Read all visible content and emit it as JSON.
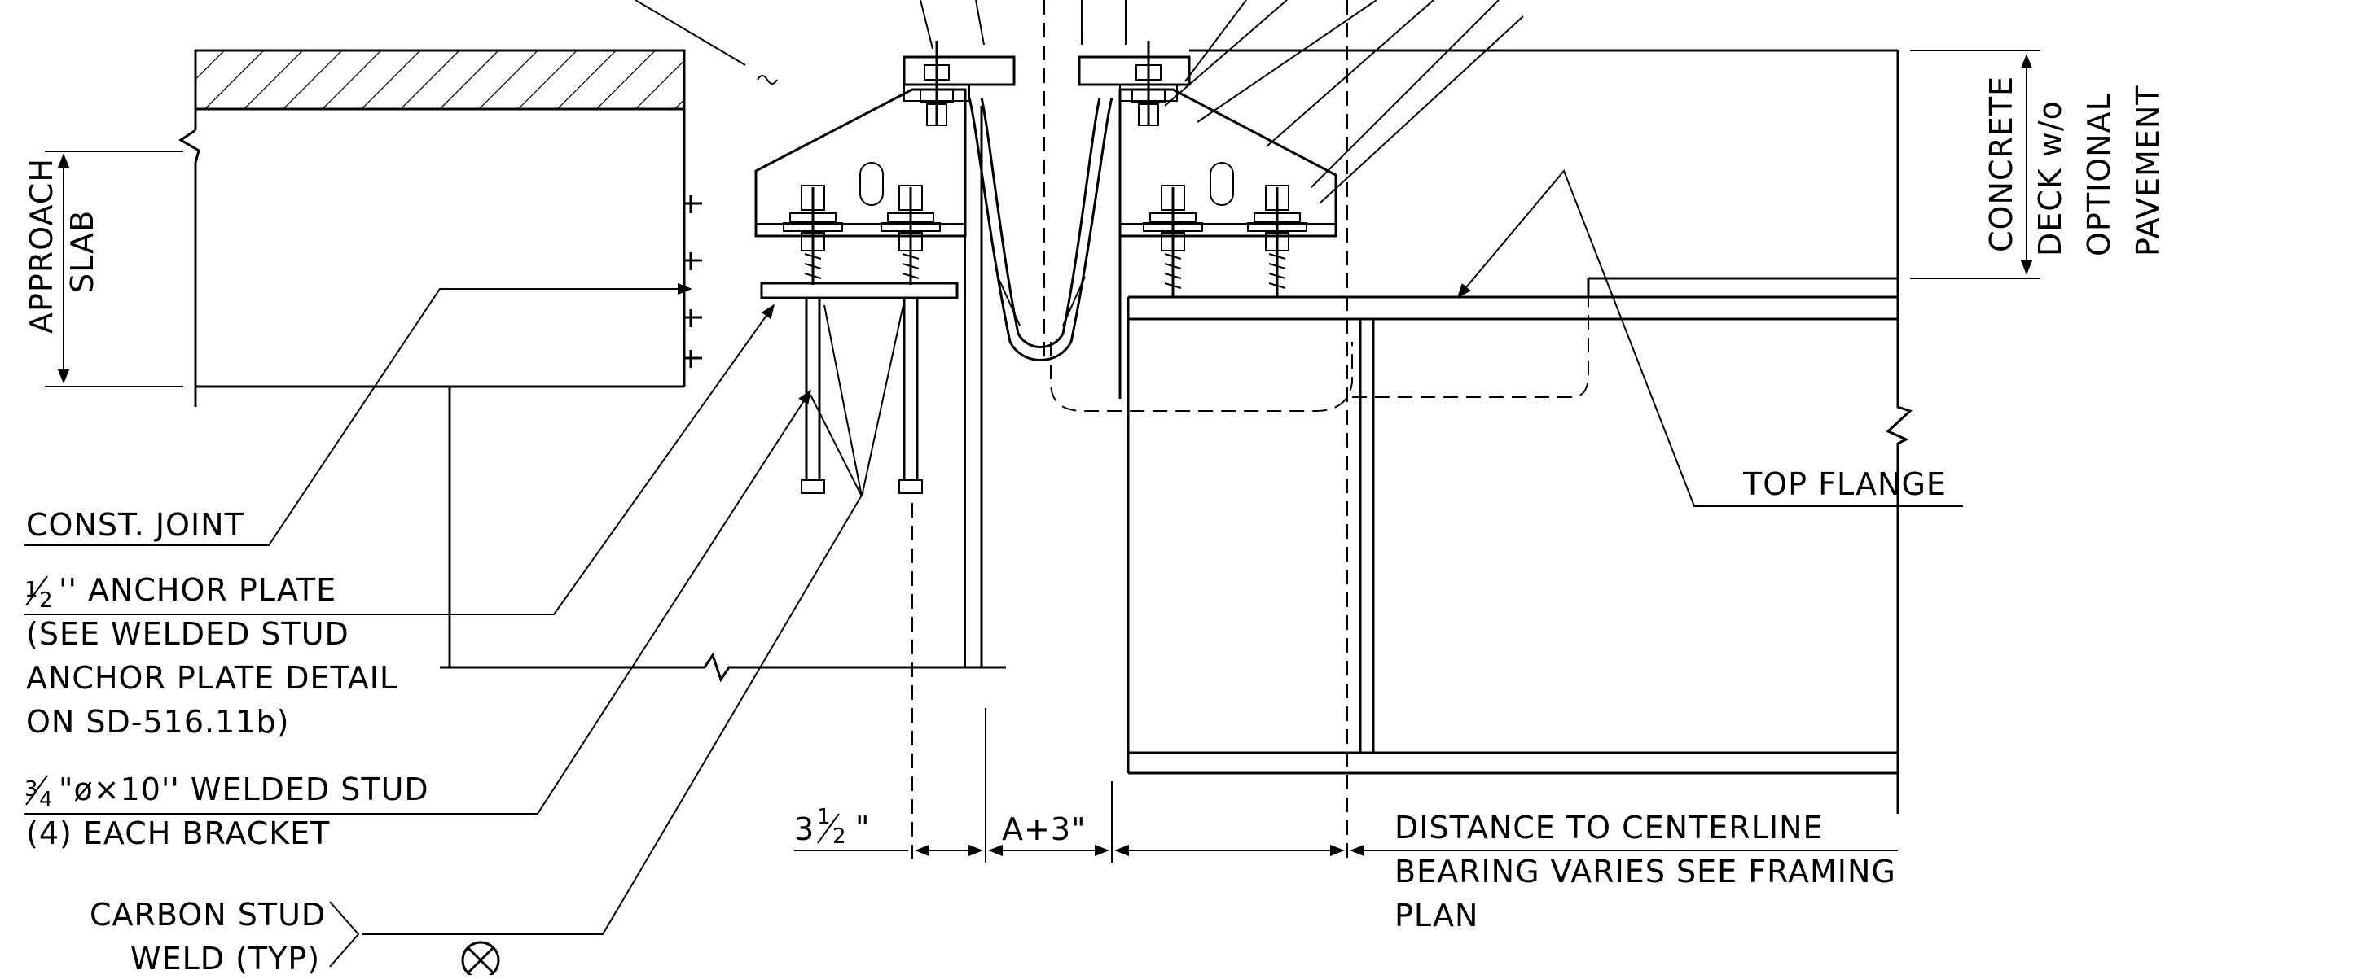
{
  "labels": {
    "approach_slab": [
      "APPROACH",
      "SLAB"
    ],
    "concrete_deck": [
      "CONCRETE",
      "DECK w/o",
      "OPTIONAL",
      "PAVEMENT"
    ],
    "const_joint": "CONST. JOINT",
    "anchor_plate": {
      "fraction_num": "1",
      "fraction_den": "2",
      "line1_rest": "'' ANCHOR PLATE",
      "line2": "(SEE WELDED STUD",
      "line3": "ANCHOR PLATE DETAIL",
      "line4": "ON SD-516.11b)"
    },
    "welded_stud": {
      "fraction_num": "3",
      "fraction_den": "4",
      "line1_rest": "\"ø×10'' WELDED STUD",
      "line2": "(4) EACH BRACKET"
    },
    "carbon_stud": [
      "CARBON STUD",
      "WELD (TYP)"
    ],
    "top_flange": "TOP FLANGE",
    "dim_left": {
      "whole": "3",
      "num": "1",
      "den": "2",
      "suffix": "\""
    },
    "dim_mid": "A+3\"",
    "distance_note": [
      "DISTANCE TO CENTERLINE",
      "BEARING VARIES SEE FRAMING",
      "PLAN"
    ]
  }
}
